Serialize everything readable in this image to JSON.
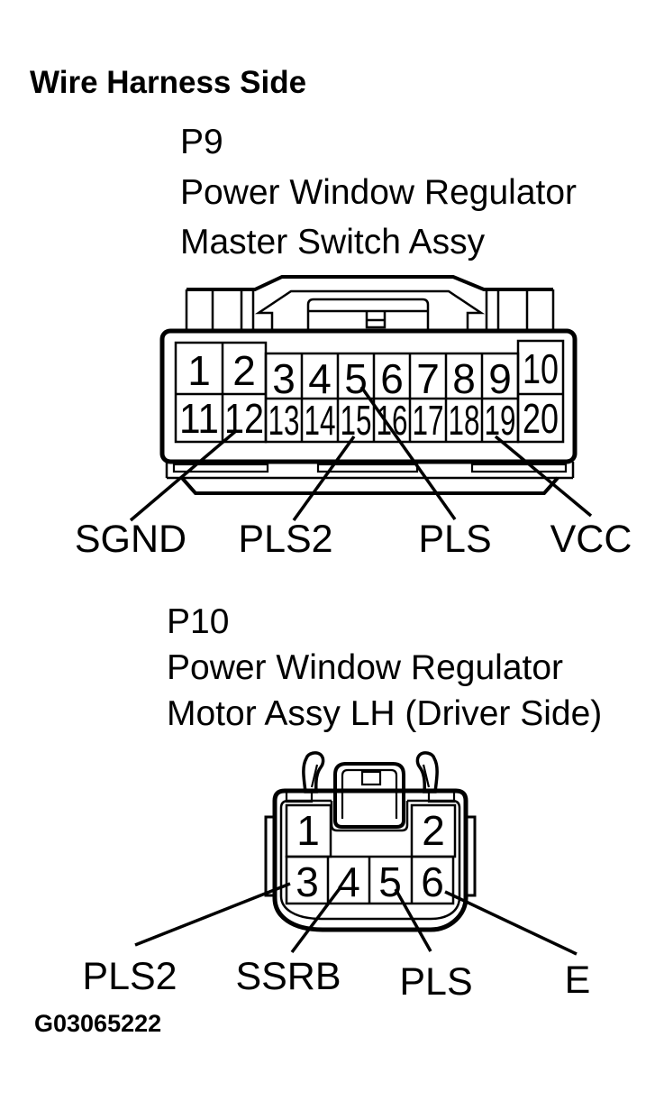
{
  "title": "Wire Harness Side",
  "figure_id": "G03065222",
  "colors": {
    "ink": "#000000",
    "paper": "#ffffff"
  },
  "p9": {
    "code": "P9",
    "caption": [
      "Power Window Regulator",
      "Master Switch Assy"
    ],
    "pins_row1": [
      "1",
      "2",
      "3",
      "4",
      "5",
      "6",
      "7",
      "8",
      "9",
      "10"
    ],
    "pins_row2": [
      "11",
      "12",
      "13",
      "14",
      "15",
      "16",
      "17",
      "18",
      "19",
      "20"
    ],
    "terminals": [
      "SGND",
      "PLS2",
      "PLS",
      "VCC"
    ]
  },
  "p10": {
    "code": "P10",
    "caption": [
      "Power Window Regulator",
      "Motor Assy LH (Driver Side)"
    ],
    "pins_row1": [
      "1",
      "2"
    ],
    "pins_row2": [
      "3",
      "4",
      "5",
      "6"
    ],
    "terminals": [
      "PLS2",
      "SSRB",
      "PLS",
      "E"
    ]
  }
}
